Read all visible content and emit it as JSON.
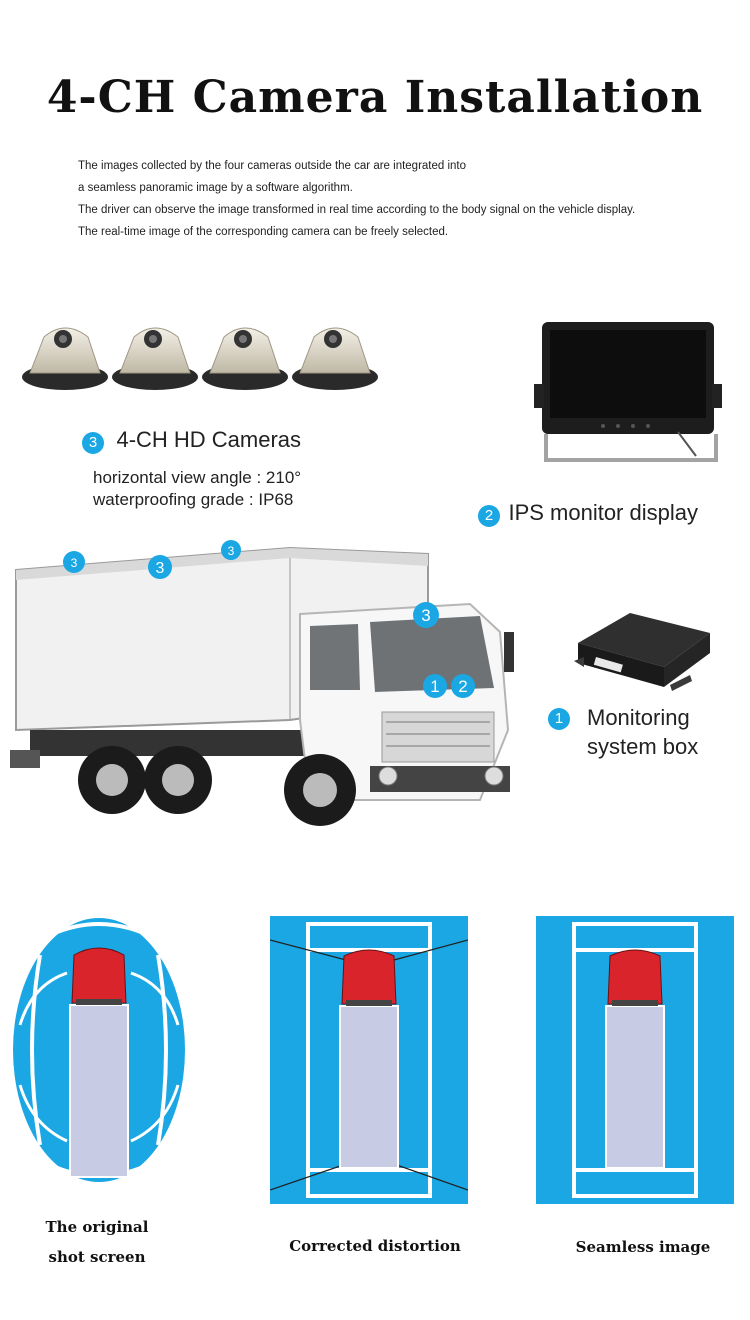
{
  "title": "4-CH Camera Installation",
  "description": [
    "The images collected by the four cameras outside the car are integrated into",
    "a seamless panoramic image by a software algorithm.",
    "The driver can observe the image transformed in real time according to the body signal on the vehicle display.",
    "The real-time image of the corresponding camera can be freely selected."
  ],
  "cameras": {
    "badge": "3",
    "label": "4-CH HD Cameras",
    "specs": [
      "horizontal view angle :  210°",
      "waterproofing grade :  IP68"
    ]
  },
  "monitor": {
    "badge": "2",
    "label": "IPS monitor display"
  },
  "box": {
    "badge": "1",
    "label_line1": "Monitoring",
    "label_line2": "system box"
  },
  "truck_markers": [
    "3",
    "3",
    "3",
    "3",
    "1",
    "2"
  ],
  "views": [
    {
      "caption_line1": "The original",
      "caption_line2": "shot screen"
    },
    {
      "caption_line1": "Corrected distortion"
    },
    {
      "caption_line1": "Seamless image"
    }
  ],
  "colors": {
    "accent": "#1aa7e3",
    "cab_red": "#d8242a",
    "cargo": "#c7cbe3"
  }
}
